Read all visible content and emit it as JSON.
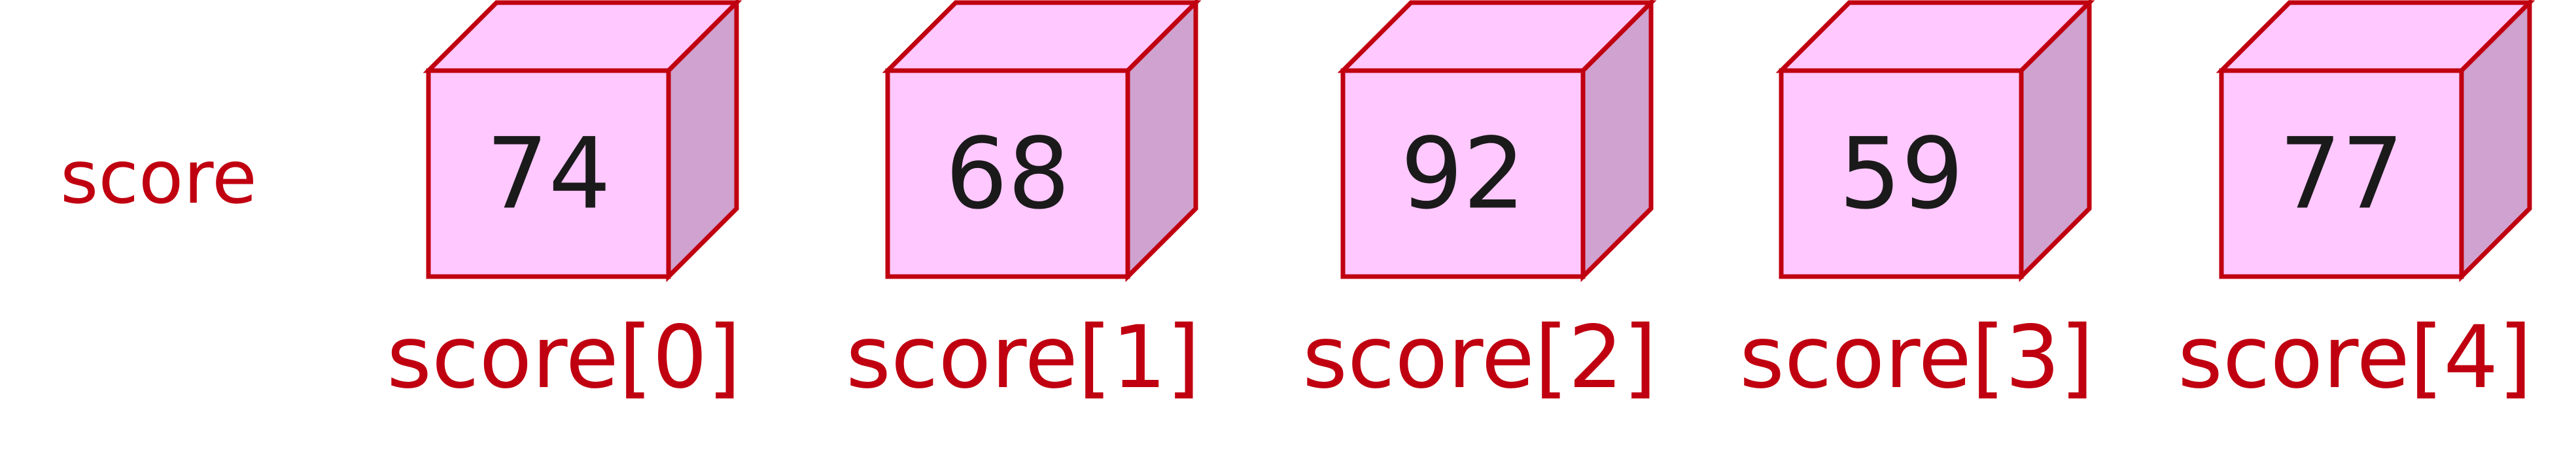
{
  "array": {
    "name": "score",
    "elements": [
      {
        "index_label": "score[0]",
        "value": "74"
      },
      {
        "index_label": "score[1]",
        "value": "68"
      },
      {
        "index_label": "score[2]",
        "value": "92"
      },
      {
        "index_label": "score[3]",
        "value": "59"
      },
      {
        "index_label": "score[4]",
        "value": "77"
      }
    ]
  },
  "colors": {
    "outline": "#c00010",
    "front_face": "#ffc8ff",
    "top_face": "#ffc8ff",
    "side_face": "#cfa2cf",
    "value_text": "#1a1a1a",
    "label_text": "#c00010"
  }
}
